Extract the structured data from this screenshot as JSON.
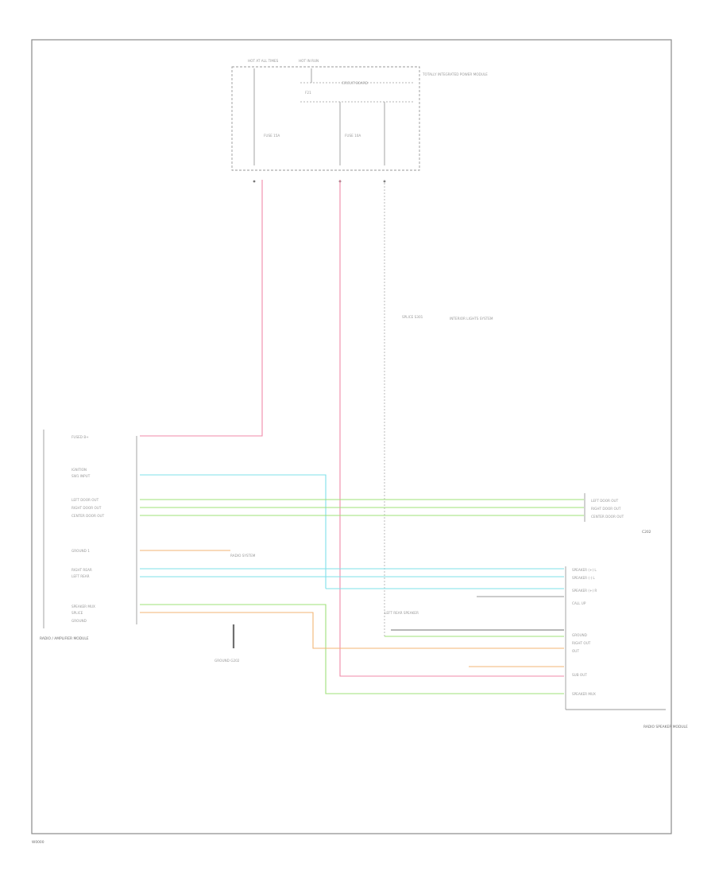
{
  "colors": {
    "pink": "#f08aa8",
    "cyan": "#7fe0ea",
    "green": "#9fe07a",
    "orange": "#f3b675",
    "white_wire": "#cfcfcf",
    "black_wire": "#6f6f6f"
  },
  "footer": {
    "code": "W0000"
  },
  "fuse_box": {
    "labels": [
      "HOT AT ALL TIMES",
      "HOT IN RUN",
      "CIRCUIT BOARD",
      "TOTALLY INTEGRATED POWER MODULE",
      "F21",
      "FUSE 15A",
      "FUSE 10A"
    ]
  },
  "radio_module": {
    "title": "RADIO / AMPLIFIER MODULE",
    "pins": [
      "FUSED B+",
      "IGNITION",
      "SW1 INPUT",
      "LEFT DOOR OUT",
      "RIGHT DOOR OUT",
      "CENTER DOOR OUT",
      "GROUND 1",
      "RIGHT REAR",
      "LEFT REAR",
      "SPEAKER MUX",
      "SPLICE",
      "GROUND"
    ]
  },
  "speaker_module": {
    "title": "RADIO SPEAKER MODULE",
    "pins": [
      "SPEAKER (+) L",
      "SPEAKER (-) L",
      "SPEAKER (+) R",
      "CALL UP",
      "GROUND",
      "RIGHT OUT",
      "OUT",
      "SUB OUT",
      "SPEAKER MUX"
    ]
  },
  "right_connector": {
    "title": "C202",
    "pins": [
      "LEFT DOOR OUT",
      "RIGHT DOOR OUT",
      "CENTER DOOR OUT"
    ]
  },
  "notes": [
    "GROUND G202",
    "SPLICE S301",
    "LEFT REAR SPEAKER",
    "INTERIOR LIGHTS SYSTEM",
    "RADIO SYSTEM"
  ]
}
